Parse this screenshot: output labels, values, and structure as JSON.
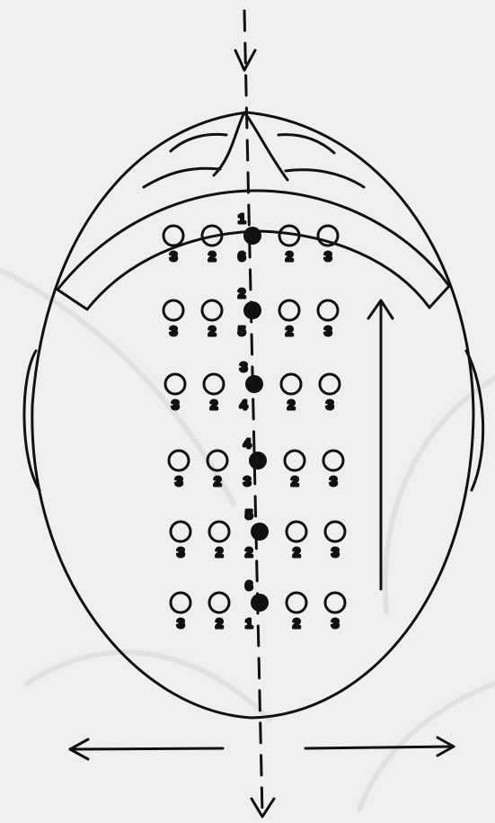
{
  "colors": {
    "background": "#efefef",
    "ink": "#111111"
  },
  "rows": [
    {
      "top_label": "1",
      "labels": [
        "3",
        "2",
        "6",
        "2",
        "3"
      ]
    },
    {
      "top_label": "2",
      "labels": [
        "3",
        "2",
        "5",
        "2",
        "3"
      ]
    },
    {
      "top_label": "3",
      "labels": [
        "3",
        "2",
        "4",
        "2",
        "3"
      ]
    },
    {
      "top_label": "4",
      "labels": [
        "3",
        "2",
        "3",
        "2",
        "3"
      ]
    },
    {
      "top_label": "5",
      "labels": [
        "3",
        "2",
        "2",
        "2",
        "3"
      ]
    },
    {
      "top_label": "6",
      "labels": [
        "3",
        "2",
        "1",
        "2",
        "3"
      ]
    }
  ],
  "icons": {
    "midline": "dashed-vertical-line",
    "arrow_up": "arrow-up-icon",
    "arrow_left": "arrow-left-icon",
    "arrow_right": "arrow-right-icon"
  }
}
